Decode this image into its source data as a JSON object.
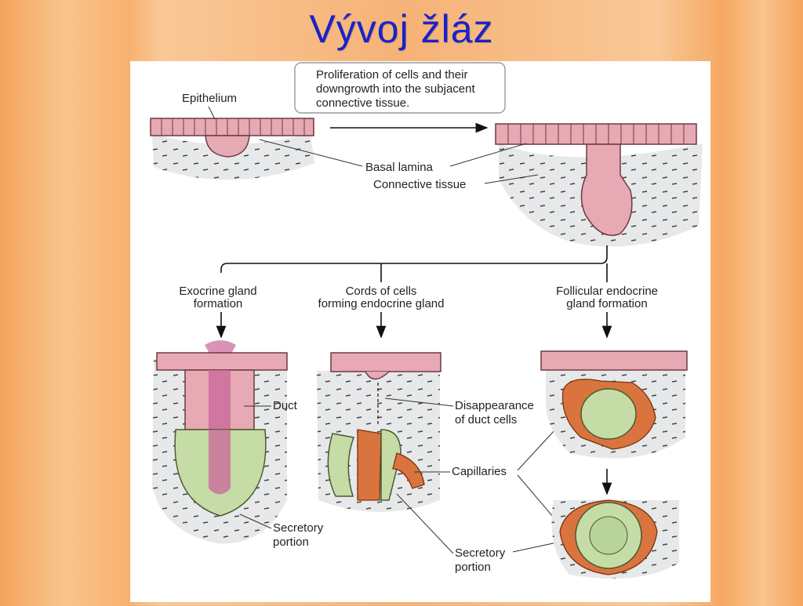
{
  "slide": {
    "title": "Vývoj žláz"
  },
  "figure": {
    "callout": [
      "Proliferation of cells and their",
      "downgrowth into the subjacent",
      "connective tissue."
    ],
    "labels": {
      "epithelium": "Epithelium",
      "basal_lamina": "Basal lamina",
      "connective_tissue": "Connective tissue",
      "exocrine": [
        "Exocrine gland",
        "formation"
      ],
      "cords": [
        "Cords of cells",
        "forming endocrine gland"
      ],
      "follicular": [
        "Follicular endocrine",
        "gland formation"
      ],
      "duct": "Duct",
      "disappearance": [
        "Disappearance",
        "of duct cells"
      ],
      "capillaries": "Capillaries",
      "secretory_left": [
        "Secretory",
        "portion"
      ],
      "secretory_center": [
        "Secretory",
        "portion"
      ]
    }
  }
}
